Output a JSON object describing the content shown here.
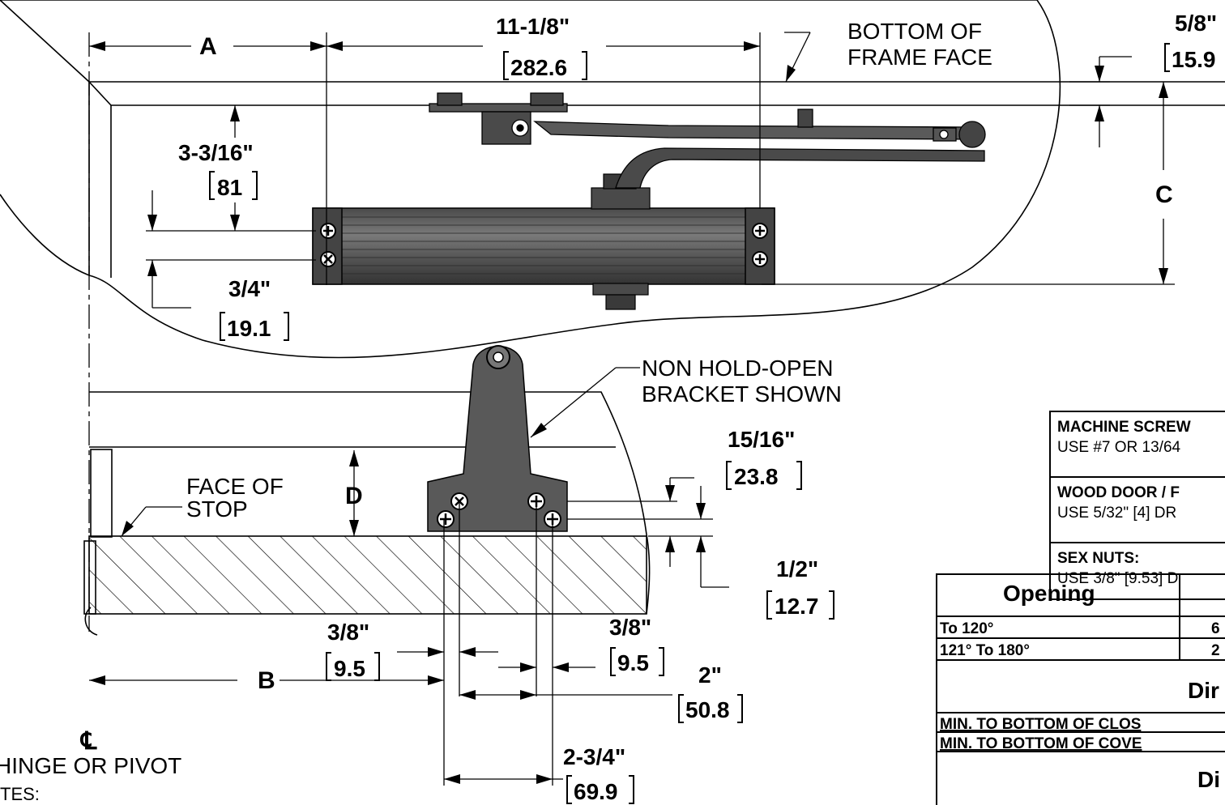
{
  "callouts": {
    "bottom_of_frame_face": [
      "BOTTOM OF",
      "FRAME FACE"
    ],
    "non_hold_open_bracket": [
      "NON HOLD-OPEN",
      "BRACKET SHOWN"
    ],
    "face_of_stop": [
      "FACE OF",
      "STOP"
    ],
    "hinge_or_pivot": "HINGE OR PIVOT",
    "notes": "TES:",
    "centerline": "℄"
  },
  "dimensions": {
    "a_label": "A",
    "b_label": "B",
    "c_label": "C",
    "d_label": "D",
    "closer_length": {
      "imperial": "11-1/8\"",
      "metric": "282.6"
    },
    "frame_offset": {
      "imperial": "5/8\"",
      "metric": "15.9"
    },
    "arm_height": {
      "imperial": "3-3/16\"",
      "metric": "81"
    },
    "screw_spacing": {
      "imperial": "3/4\"",
      "metric": "19.1"
    },
    "bracket_top_hole": {
      "imperial": "15/16\"",
      "metric": "23.8"
    },
    "bracket_bottom_hole": {
      "imperial": "1/2\"",
      "metric": "12.7"
    },
    "hole_offset_left": {
      "imperial": "3/8\"",
      "metric": "9.5"
    },
    "hole_offset_right": {
      "imperial": "3/8\"",
      "metric": "9.5"
    },
    "hole_spacing_inner": {
      "imperial": "2\"",
      "metric": "50.8"
    },
    "hole_spacing_outer": {
      "imperial": "2-3/4\"",
      "metric": "69.9"
    }
  },
  "fastener_table": [
    {
      "title": "MACHINE SCREW",
      "text": "USE #7 OR 13/64"
    },
    {
      "title": "WOOD DOOR / F",
      "text": "USE 5/32\" [4] DR"
    },
    {
      "title": "SEX NUTS:",
      "text": "USE 3/8\" [9.53] D"
    }
  ],
  "opening_table": {
    "header": "Opening",
    "rows": [
      {
        "opening": "To 120°",
        "value": "6"
      },
      {
        "opening": "121° To 180°",
        "value": "2"
      }
    ],
    "section1": "Dir",
    "min_rows": [
      "MIN. TO BOTTOM OF CLOS",
      "MIN. TO BOTTOM OF COVE"
    ],
    "section2": "Di"
  },
  "colors": {
    "ink": "#000000",
    "closer_body": "#595959",
    "closer_dark": "#3a3a3a",
    "arm": "#4a4a4a"
  }
}
